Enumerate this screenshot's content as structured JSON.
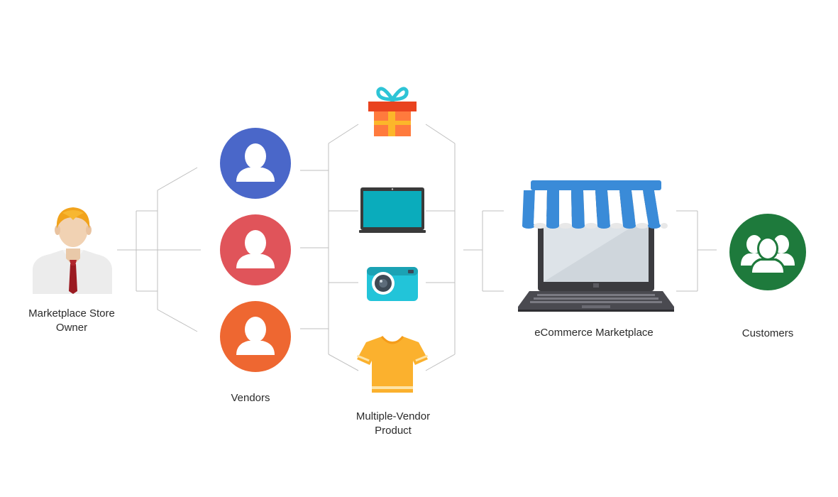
{
  "owner": {
    "label_line1": "Marketplace Store",
    "label_line2": "Owner",
    "icon": "store-owner-avatar-icon"
  },
  "vendors": {
    "label": "Vendors",
    "items": [
      {
        "icon": "vendor-user-icon",
        "color": "#4A67C9"
      },
      {
        "icon": "vendor-user-icon",
        "color": "#E0545A"
      },
      {
        "icon": "vendor-user-icon",
        "color": "#EE6731"
      }
    ]
  },
  "products": {
    "label_line1": "Multiple-Vendor",
    "label_line2": "Product",
    "items": [
      {
        "icon": "gift-icon"
      },
      {
        "icon": "laptop-icon"
      },
      {
        "icon": "camera-icon"
      },
      {
        "icon": "tshirt-icon"
      }
    ]
  },
  "marketplace": {
    "label": "eCommerce Marketplace",
    "icon": "storefront-laptop-icon"
  },
  "customers": {
    "label": "Customers",
    "icon": "customers-group-icon",
    "color": "#1E7A3C"
  },
  "colors": {
    "connector": "#bfbfbf",
    "text": "#2b2b2b"
  }
}
